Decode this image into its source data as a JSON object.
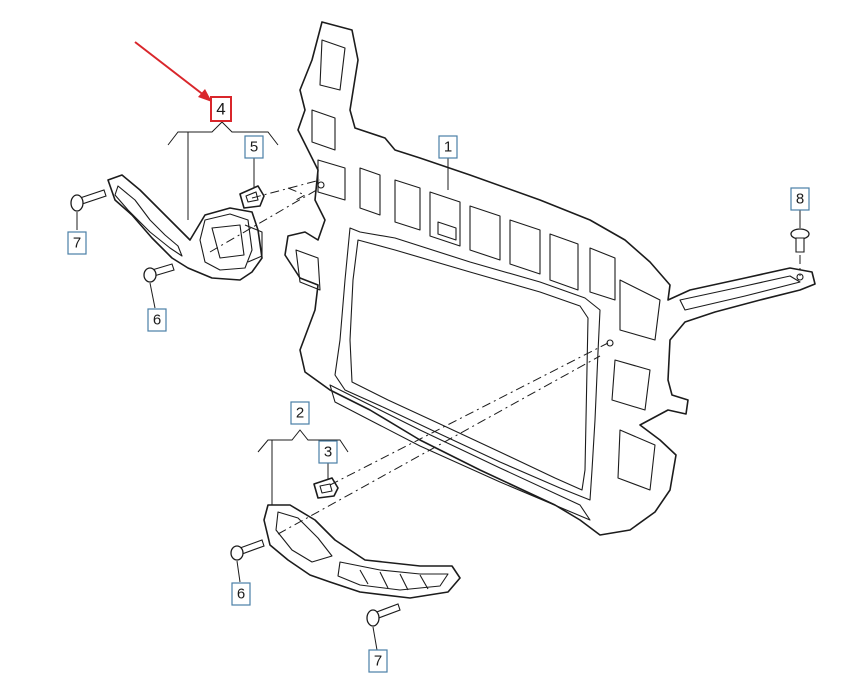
{
  "callouts": {
    "c1": "1",
    "c2": "2",
    "c3": "3",
    "c4": "4",
    "c5": "5",
    "c6_upper": "6",
    "c6_lower": "6",
    "c7_upper": "7",
    "c7_lower": "7",
    "c8": "8"
  },
  "colors": {
    "callout_border": "#4a7fa6",
    "highlight": "#d9262b",
    "line_art": "#1c1c1c"
  },
  "highlighted_callout": "4"
}
